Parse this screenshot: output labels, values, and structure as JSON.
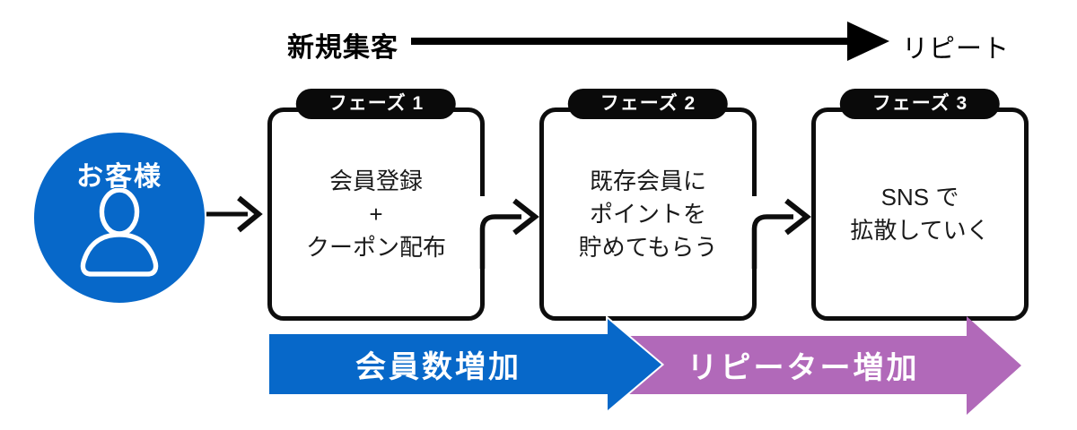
{
  "diagram": {
    "top_axis": {
      "start_label": "新規集客",
      "end_label": "リピート"
    },
    "customer": {
      "label": "お客様",
      "icon": "person-icon",
      "color": "#0768c9"
    },
    "phases": [
      {
        "badge": "フェーズ 1",
        "lines": [
          "会員登録",
          "+",
          "クーポン配布"
        ]
      },
      {
        "badge": "フェーズ 2",
        "lines": [
          "既存会員に",
          "ポイントを",
          "貯めてもらう"
        ]
      },
      {
        "badge": "フェーズ 3",
        "lines": [
          "SNS で",
          "拡散していく"
        ]
      }
    ],
    "outcome_arrows": [
      {
        "label": "会員数増加",
        "color": "#0768c9"
      },
      {
        "label": "リピーター増加",
        "color": "#b169b9"
      }
    ],
    "line_color": "#0d0d0d"
  }
}
